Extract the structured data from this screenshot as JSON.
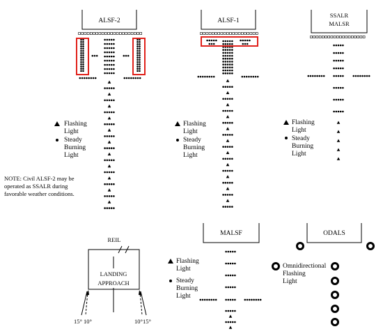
{
  "alsf2": {
    "title": "ALSF-2"
  },
  "alsf1": {
    "title": "ALSF-1"
  },
  "ssalr": {
    "title_line1": "SSALR",
    "title_line2": "MALSR"
  },
  "malsf": {
    "title": "MALSF"
  },
  "odals": {
    "title": "ODALS",
    "legend_line1": "Omnidirectional",
    "legend_line2": "Flashing",
    "legend_line3": "Light"
  },
  "legend": {
    "flashing_line1": "Flashing",
    "flashing_line2": "Light",
    "steady_line1": "Steady",
    "steady_line2": "Burning",
    "steady_line3": "Light"
  },
  "note": {
    "line1": "NOTE: Civil ALSF-2 may be",
    "line2": "operated as SSALR during",
    "line3": "favorable weather conditions."
  },
  "reil": {
    "title": "REIL",
    "landing": "LANDING",
    "approach": "APPROACH",
    "angle_left_outer": "15°",
    "angle_left_inner": "10°",
    "angle_right_inner": "10°",
    "angle_right_outer": "15°"
  },
  "colors": {
    "highlight": "#e0201a",
    "ink": "#000000"
  }
}
